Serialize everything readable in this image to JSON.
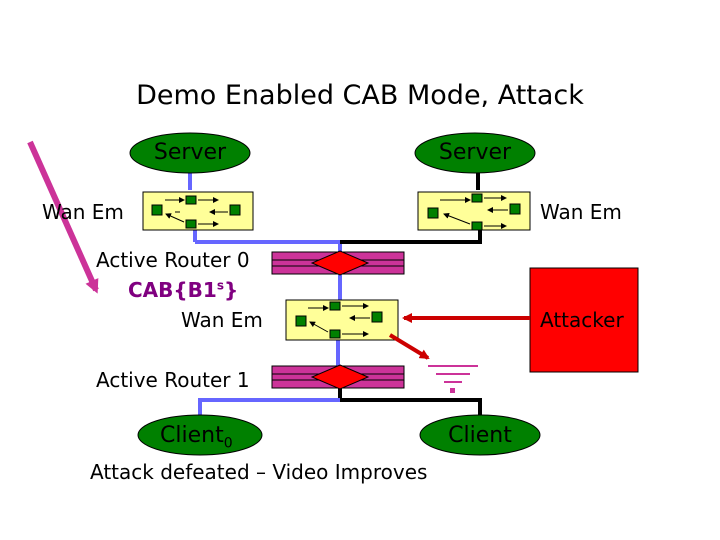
{
  "title": "Demo Enabled CAB Mode, Attack",
  "server_left": "Server",
  "server_right": "Server",
  "wan_left": "Wan Em",
  "wan_right": "Wan Em",
  "active_router_0": "Active Router 0",
  "cab_label": "CAB{B1",
  "cab_superscript": "s",
  "cab_close": "}",
  "wan_middle": "Wan Em",
  "attacker": "Attacker",
  "active_router_1": "Active Router 1",
  "client_left": "Client",
  "client_left_subscript": "0",
  "client_right": "Client",
  "caption": "Attack defeated – Video Improves",
  "colors": {
    "node_fill": "#008000",
    "switch_fill": "#ffff99",
    "router_fill": "#cc3399",
    "diamond_fill": "#ff0000",
    "attacker_fill": "#ff0000",
    "blue_link": "#6666ff",
    "black_link": "#000000",
    "arrow_red": "#cc0000",
    "cab_color": "#800080"
  }
}
